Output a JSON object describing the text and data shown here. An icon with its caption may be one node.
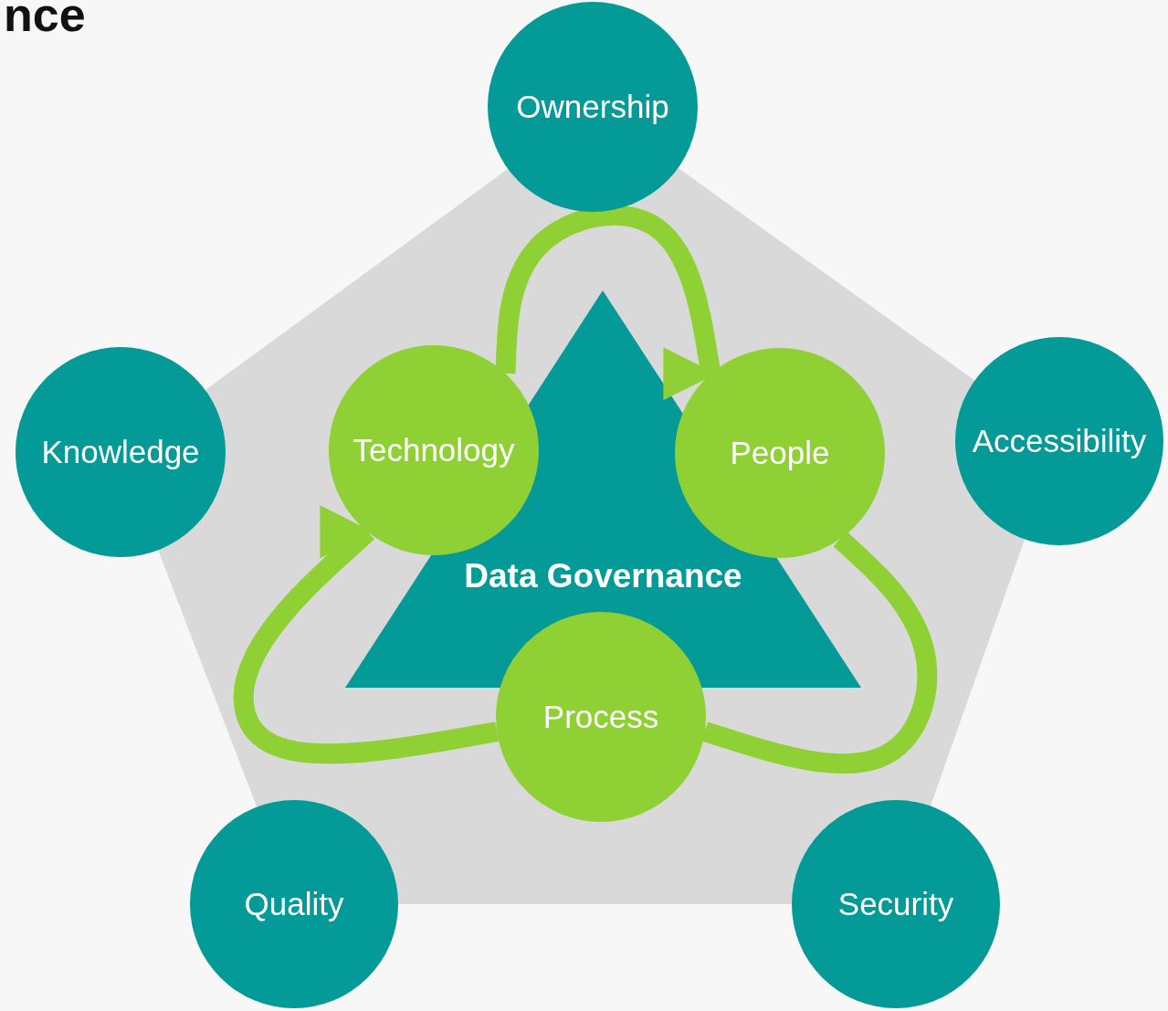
{
  "diagram": {
    "title": "nce",
    "nodes": [
      {
        "text": [
          "Ownership"
        ]
      },
      {
        "text": [
          "Knowledge"
        ]
      },
      {
        "text": [
          "Technology"
        ]
      },
      {
        "text": [
          "People"
        ]
      },
      {
        "text": [
          "Accessibility"
        ]
      },
      {
        "text": [
          "Data Governance"
        ]
      },
      {
        "text": [
          "Process"
        ]
      },
      {
        "text": [
          "Quality"
        ]
      },
      {
        "text": [
          "Security"
        ]
      }
    ],
    "edges": [
      {
        "from": 2,
        "to": 3,
        "arrow": "to"
      },
      {
        "from": 3,
        "to": 6,
        "arrow": "to"
      },
      {
        "from": 6,
        "to": 2,
        "arrow": "to"
      }
    ]
  }
}
